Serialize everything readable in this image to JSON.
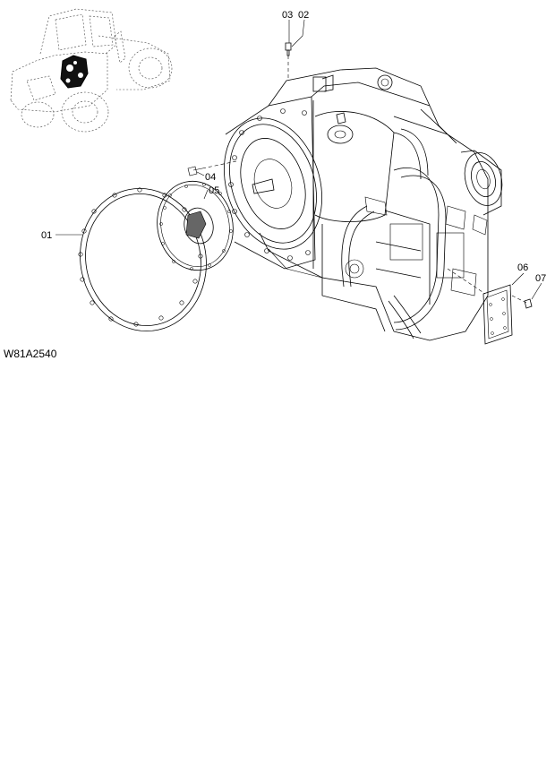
{
  "diagram": {
    "drawing_code": "W81A2540",
    "callouts": {
      "c01": "01",
      "c02": "02",
      "c03": "03",
      "c04": "04",
      "c05": "05",
      "c06": "06",
      "c07": "07"
    }
  }
}
